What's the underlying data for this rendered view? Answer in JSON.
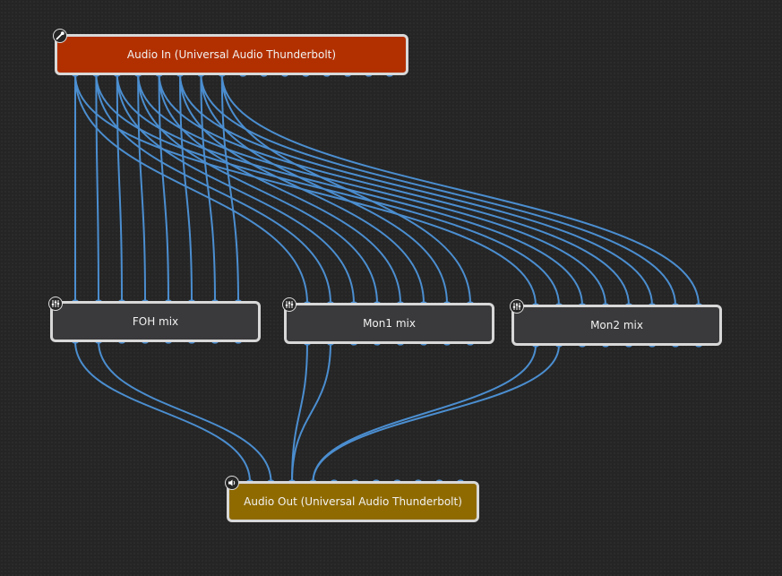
{
  "colors": {
    "background": "#252525",
    "wire": "#4b8ed0",
    "port": "#4b8ed0",
    "node_border": "#d8d8d8",
    "input_node": "#b23000",
    "mix_node": "#3a3a3c",
    "output_node": "#8f6a00"
  },
  "nodes": {
    "audio_in": {
      "label": "Audio In (Universal Audio Thunderbolt)",
      "icon": "microphone-icon"
    },
    "foh_mix": {
      "label": "FOH mix",
      "icon": "mixer-icon"
    },
    "mon1_mix": {
      "label": "Mon1 mix",
      "icon": "mixer-icon"
    },
    "mon2_mix": {
      "label": "Mon2 mix",
      "icon": "mixer-icon"
    },
    "audio_out": {
      "label": "Audio Out (Universal Audio Thunderbolt)",
      "icon": "speaker-icon"
    }
  }
}
